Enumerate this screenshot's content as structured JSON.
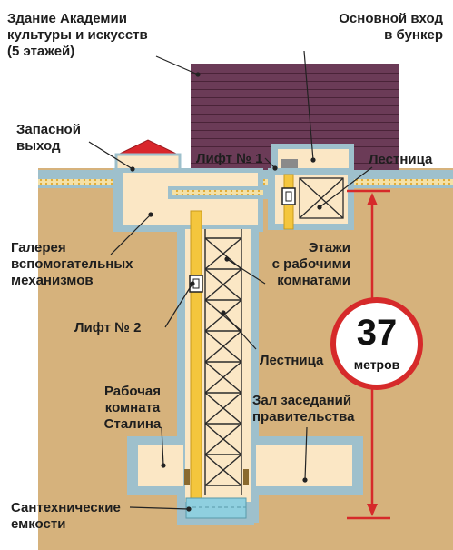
{
  "labels": {
    "academy_building": "Здание Академии\nкультуры и искусств\n(5 этажей)",
    "main_entrance": "Основной вход\nв бункер",
    "emergency_exit": "Запасной\nвыход",
    "lift_1": "Лифт № 1",
    "stairs_top": "Лестница",
    "gallery": "Галерея\nвспомогательных\nмеханизмов",
    "floors": "Этажи\nс рабочими\nкомнатами",
    "lift_2": "Лифт № 2",
    "stairs_mid": "Лестница",
    "stalin_room": "Рабочая\nкомната\nСталина",
    "council_hall": "Зал заседаний\nправительства",
    "sanitary": "Сантехнические\nемкости"
  },
  "depth": {
    "value": "37",
    "unit": "метров"
  },
  "colors": {
    "ground": "#d6b27c",
    "walls": "#9ec0cc",
    "interior": "#fbe7c5",
    "building": "#6b3b57",
    "roof": "#d9262b",
    "accent": "#d62a2a",
    "shaft": "#f4c63d",
    "water": "#8fcfdf"
  }
}
